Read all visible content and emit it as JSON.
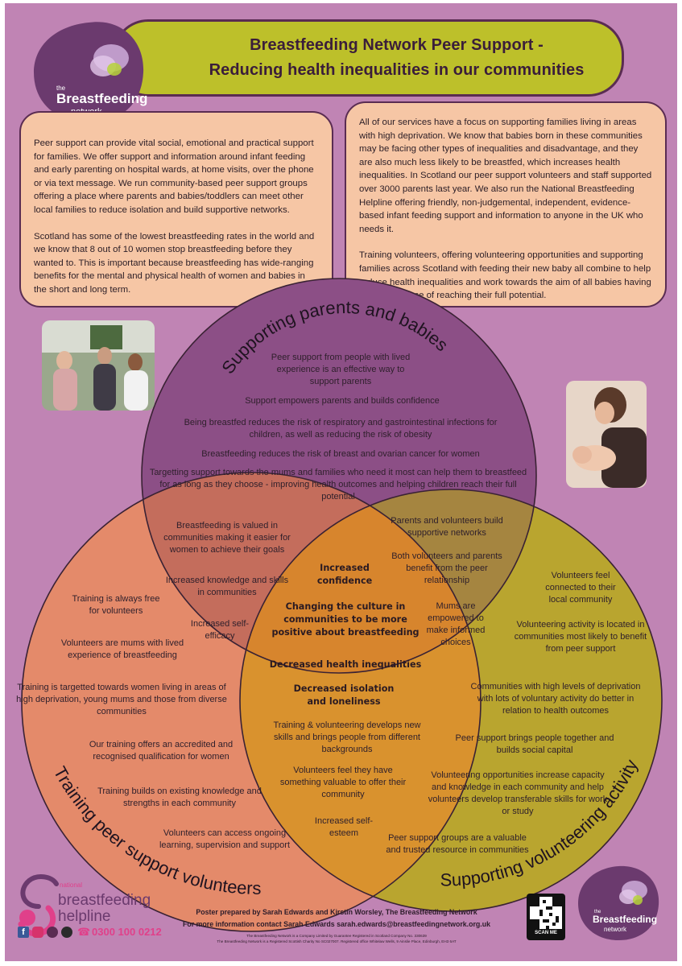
{
  "header": {
    "title_line1": "Breastfeeding Network Peer Support -",
    "title_line2": "Reducing health inequalities in our communities"
  },
  "logo_top": {
    "small": "the",
    "name_line1": "Breastfeeding",
    "name_line2": "network"
  },
  "left_panel": {
    "para1": "Peer support can provide vital social, emotional and practical  support for families. We offer support and information around infant feeding and early parenting on hospital wards, at home visits, over the phone or via text message. We run community-based peer support groups offering a place where parents and babies/toddlers can meet other local families to reduce isolation and build supportive networks.",
    "para2": "Scotland has some of the lowest breastfeeding rates in the world and we know that 8 out of 10 women stop breastfeeding before they wanted to. This is important because breastfeeding has wide-ranging benefits for the mental and physical health of women and babies in the short and long term."
  },
  "right_panel": {
    "para1": "All of our services have a focus on supporting families living in areas with high deprivation. We know that babies born in these communities may be facing other types of inequalities and disadvantage, and they are also much less likely to be breastfed, which increases health inequalities. In Scotland our peer support volunteers and staff supported over 3000 parents last year. We also run the National Breastfeeding Helpline offering friendly, non-judgemental, independent, evidence-based infant feeding support and information to anyone in the UK who needs it.",
    "para2": "Training volunteers, offering volunteering opportunities and supporting families across Scotland with feeding their new baby all combine to help reduce health inequalities and work towards the aim of all babies having the best chance of reaching their full potential."
  },
  "venn": {
    "top_heading": "Supporting parents and babies",
    "left_heading": "Training peer support volunteers",
    "right_heading": "Supporting volunteering activity",
    "colors": {
      "top": "#8c4f86",
      "left": "#e48a6a",
      "right": "#b9a52f",
      "top_left": "#c46d5c",
      "top_right": "#a58540",
      "left_right": "#d9922e",
      "center": "#d7852d",
      "background": "#c084b4"
    },
    "top": [
      "Peer support from people with lived experience is an effective way to support parents",
      "Support empowers parents and builds confidence",
      "Being breastfed reduces the risk of respiratory and gastrointestinal infections for children, as well as reducing the risk of obesity",
      "Breastfeeding reduces the risk of breast and ovarian cancer for women",
      "Targetting support towards the mums and families who need it most can help them to breastfeed for as long as they choose - improving health outcomes and helping children reach their full potential"
    ],
    "top_left": [
      "Breastfeeding is valued in communities making it easier for women to achieve their goals",
      "Increased knowledge and skills in communities",
      "Increased self-efficacy"
    ],
    "top_right": [
      "Parents and volunteers build supportive networks",
      "Both volunteers and parents benefit from the peer relationship",
      "Mums are empowered to make informed choices"
    ],
    "center": [
      "Increased confidence",
      "Changing the culture in communities to be more positive about breastfeeding",
      "Decreased health inequalities",
      "Decreased isolation and loneliness"
    ],
    "left": [
      "Training is always free for volunteers",
      "Volunteers are mums with lived experience of breastfeeding",
      "Training is targetted towards women living in areas of high deprivation, young mums and those from diverse communities",
      "Our training offers an accredited and recognised qualification for women",
      "Training builds on existing knowledge and strengths in each community",
      "Volunteers can access ongoing learning, supervision and support"
    ],
    "left_right": [
      "Training & volunteering develops new skills and brings people from different backgrounds",
      "Volunteers feel they have something valuable to offer their community",
      "Increased self-esteem"
    ],
    "right": [
      "Volunteers feel connected to their local community",
      "Volunteering activity is located in communities most likely to benefit from peer support",
      "Communities with high levels of deprivation with lots of voluntary activity do better in relation to health outcomes",
      "Peer support brings people together and builds social capital",
      "Volunteering opportunities increase capacity and knowledge in each community and help volunteers develop transferable skills for work or study",
      "Peer support groups are a valuable and trusted resource in communities"
    ]
  },
  "helpline": {
    "small": "national",
    "line1": "breastfeeding",
    "line2": "helpline",
    "phone": "0300 100 0212"
  },
  "footer": {
    "credit": "Poster prepared by Sarah Edwards and Kirstin Worsley, The Breastfeeding Network",
    "contact": "For more information contact Sarah Edwards sarah.edwards@breastfeedingnetwork.org.uk",
    "legal1": "The Breastfeeding Network is a Company Limited by Guarantee Registered in Scotland Company No. 330639",
    "legal2": "The Breastfeeding Network is a Registered Scottish Charity No SC027007. Registered office Whitelaw Wells, 9 Ainslie Place, Edinburgh, EH3 6AT"
  },
  "qr": {
    "label": "SCAN ME"
  },
  "logo_bottom": {
    "small": "the",
    "name_line1": "Breastfeeding",
    "name_line2": "network"
  }
}
